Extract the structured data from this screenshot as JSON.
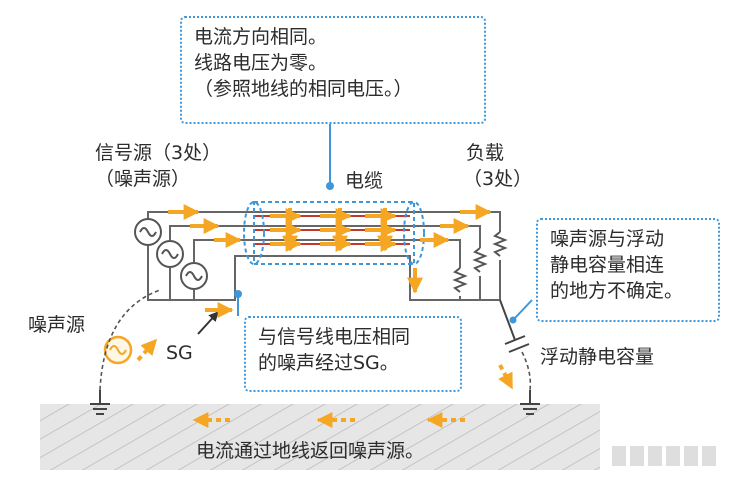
{
  "callout_top": {
    "line1": "电流方向相同。",
    "line2": "线路电压为零。",
    "line3": "（参照地线的相同电压。）"
  },
  "signal_source_label": {
    "line1": "信号源（3处）",
    "line2": "（噪声源）"
  },
  "cable_label": "电缆",
  "load_label": {
    "line1": "负载",
    "line2": "（3处）"
  },
  "callout_right": {
    "line1": "噪声源与浮动",
    "line2": "静电容量相连",
    "line3": "的地方不确定。"
  },
  "noise_source_label": "噪声源",
  "sg_label": "SG",
  "callout_bottom": {
    "line1": "与信号线电压相同",
    "line2": "的噪声经过SG。"
  },
  "floating_capacitance_label": "浮动静电容量",
  "ground_caption": "电流通过地线返回噪声源。",
  "colors": {
    "arrow": "#f5a623",
    "callout_border": "#3f97d9",
    "wire": "#666666",
    "signal_line": "#c0392b",
    "ground_fill": "#e6e6e6"
  }
}
